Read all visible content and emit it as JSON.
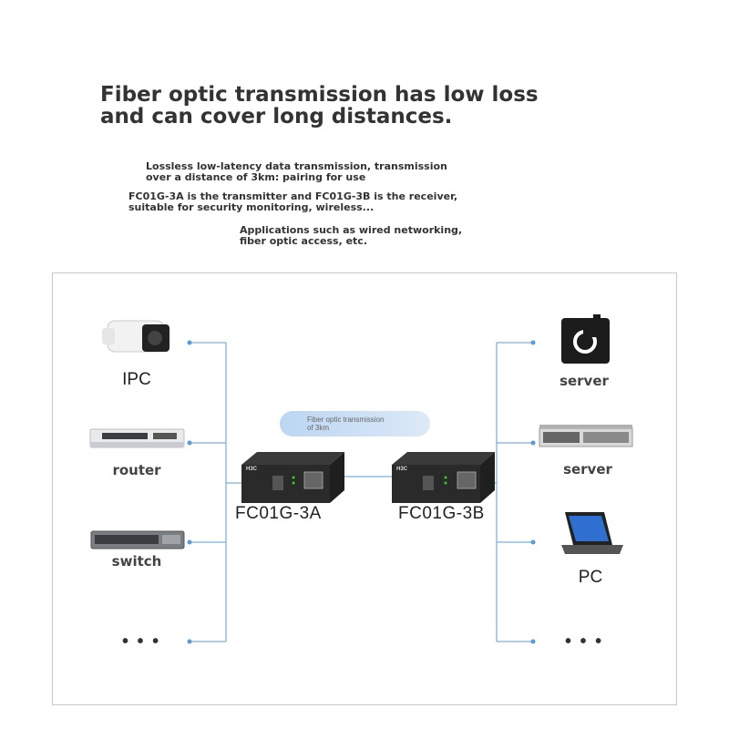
{
  "header": {
    "headline": "Fiber optic transmission has low loss\n and can cover long distances.",
    "line1": "Lossless low-latency data transmission, transmission\n over a distance of 3km: pairing for use",
    "line2": "FC01G-3A is the transmitter and FC01G-3B is the receiver,\n suitable for security monitoring, wireless...",
    "line3": "Applications such as wired networking,\n fiber optic access, etc."
  },
  "diagram": {
    "link_label": "Fiber optic transmission\n of 3km",
    "transmitter": "FC01G-3A",
    "receiver": "FC01G-3B",
    "left_devices": [
      "IPC",
      "router",
      "switch",
      "• • •"
    ],
    "right_devices": [
      "server",
      "server",
      "PC",
      "• • •"
    ],
    "device_brand": "H3C",
    "colors": {
      "line": "#5b9bd5",
      "frame": "#c8c8c8",
      "pill": "#c9ddf4"
    }
  }
}
